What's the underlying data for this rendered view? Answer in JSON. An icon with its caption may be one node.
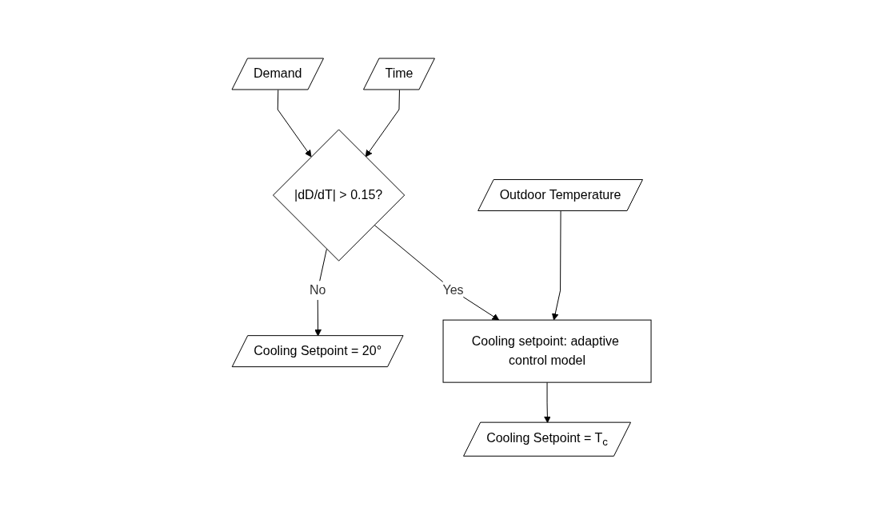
{
  "diagram": {
    "nodes": [
      {
        "text": [
          "Demand"
        ]
      },
      {
        "text": [
          "Time"
        ]
      },
      {
        "text": [
          "|dD/dT| > 0.15?"
        ]
      },
      {
        "text": [
          "Cooling Setpoint = 20°"
        ]
      },
      {
        "text": [
          "Outdoor Temperature"
        ]
      },
      {
        "text": [
          "Cooling setpoint: adaptive control model"
        ]
      },
      {
        "text": [
          "Cooling Setpoint = T$_{c}$"
        ]
      }
    ],
    "edges": [
      {
        "from": 0,
        "to": 2,
        "arrow": "to"
      },
      {
        "from": 1,
        "to": 2,
        "arrow": "to"
      },
      {
        "from": 2,
        "to": 3,
        "arrow": "to",
        "label": "No"
      },
      {
        "from": 2,
        "to": 5,
        "arrow": "to",
        "label": "Yes"
      },
      {
        "from": 4,
        "to": 5,
        "arrow": "to"
      },
      {
        "from": 5,
        "to": 6,
        "arrow": "to"
      }
    ]
  }
}
